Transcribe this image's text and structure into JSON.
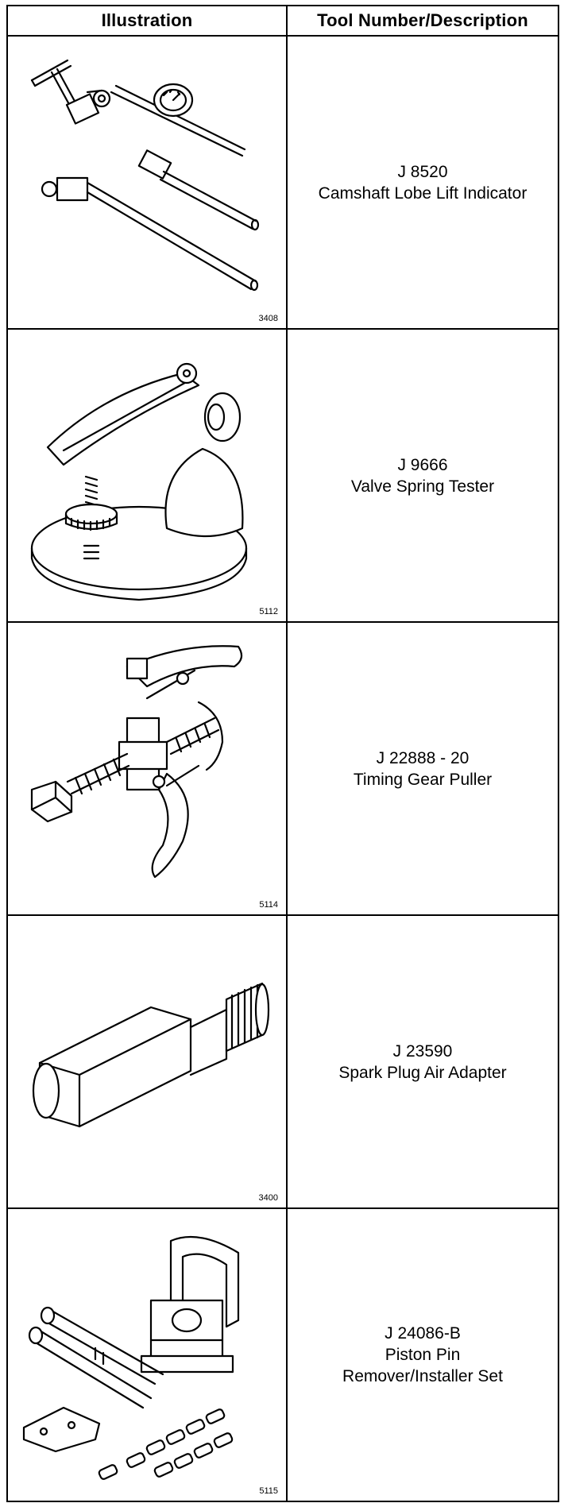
{
  "table": {
    "headers": {
      "illustration": "Illustration",
      "description": "Tool Number/Description"
    },
    "rows": [
      {
        "figure_number": "3408",
        "tool_number": "J 8520",
        "description": [
          "Camshaft Lobe Lift Indicator"
        ],
        "icon": "camshaft-lobe-lift-indicator-icon"
      },
      {
        "figure_number": "5112",
        "tool_number": "J 9666",
        "description": [
          "Valve Spring Tester"
        ],
        "icon": "valve-spring-tester-icon"
      },
      {
        "figure_number": "5114",
        "tool_number": "J 22888 - 20",
        "description": [
          "Timing Gear Puller"
        ],
        "icon": "timing-gear-puller-icon"
      },
      {
        "figure_number": "3400",
        "tool_number": "J 23590",
        "description": [
          "Spark Plug Air Adapter"
        ],
        "icon": "spark-plug-air-adapter-icon"
      },
      {
        "figure_number": "5115",
        "tool_number": "J 24086-B",
        "description": [
          "Piston Pin",
          "Remover/Installer Set"
        ],
        "icon": "piston-pin-remover-installer-set-icon"
      }
    ]
  }
}
